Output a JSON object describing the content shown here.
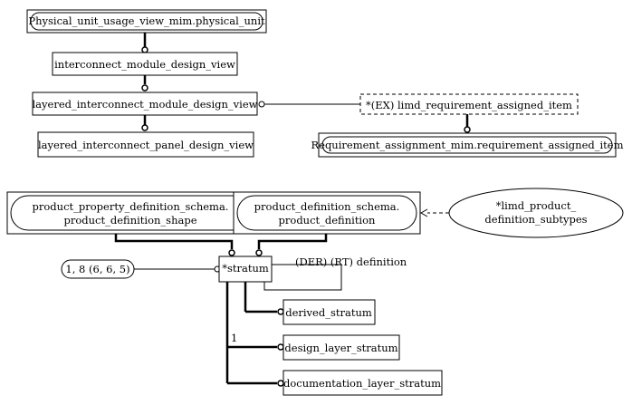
{
  "entities": {
    "physical_unit": "Physical_unit_usage_view_mim.physical_unit",
    "interconnect_module": "interconnect_module_design_view",
    "layered_interconnect_module": "layered_interconnect_module_design_view",
    "layered_interconnect_panel": "layered_interconnect_panel_design_view",
    "limd_requirement": "*(EX) limd_requirement_assigned_item",
    "requirement_assigned_item": "Requirement_assignment_mim.requirement_assigned_item",
    "product_property_line1": "product_property_definition_schema.",
    "product_property_line2": "product_definition_shape",
    "product_definition_line1": "product_definition_schema.",
    "product_definition_line2": "product_definition",
    "limd_subtypes_line1": "*limd_product_",
    "limd_subtypes_line2": "definition_subtypes",
    "stratum": "*stratum",
    "cardinality": "1, 8 (6, 6, 5)",
    "definition_attr": "(DER) (RT) definition",
    "derived_stratum": "derived_stratum",
    "design_layer_stratum": "design_layer_stratum",
    "documentation_layer_stratum": "documentation_layer_stratum",
    "one_label": "1"
  }
}
